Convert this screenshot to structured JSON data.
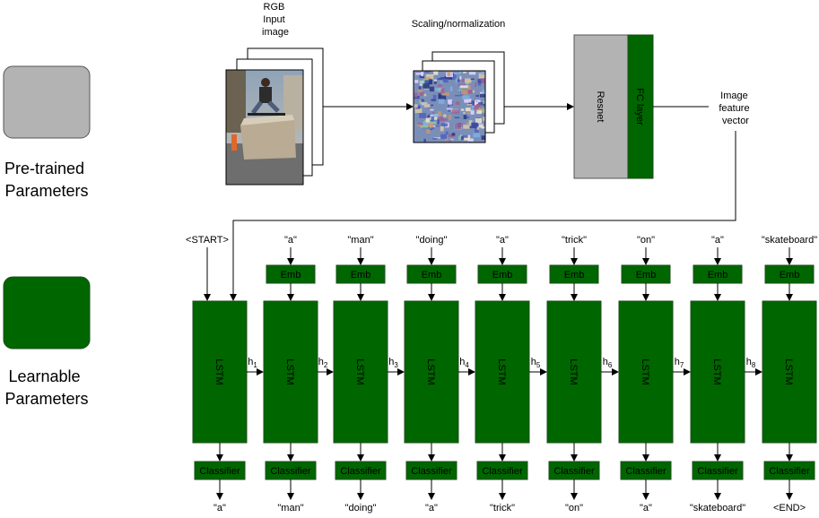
{
  "legend": {
    "pretrained_label": "Pre-trained\nParameters",
    "learnable_label": "Learnable\nParameters"
  },
  "labels": {
    "input_image": "RGB\nInput\nimage",
    "scaling": "Scaling/normalization",
    "resnet": "Resnet",
    "fc_layer": "FC layer",
    "feature_vector": "Image\nfeature\nvector",
    "lstm": "LSTM",
    "emb": "Emb",
    "classifier": "Classifier"
  },
  "input_tokens": [
    "<START>",
    "\"a\"",
    "\"man\"",
    "\"doing\"",
    "\"a\"",
    "\"trick\"",
    "\"on\"",
    "\"a\"",
    "\"skateboard\""
  ],
  "output_tokens": [
    "\"a\"",
    "\"man\"",
    "\"doing\"",
    "\"a\"",
    "\"trick\"",
    "\"on\"",
    "\"a\"",
    "\"skateboard\"",
    "<END>"
  ],
  "hidden_states": [
    {
      "base": "h",
      "sub": "1"
    },
    {
      "base": "h",
      "sub": "2"
    },
    {
      "base": "h",
      "sub": "3"
    },
    {
      "base": "h",
      "sub": "4"
    },
    {
      "base": "h",
      "sub": "5"
    },
    {
      "base": "h",
      "sub": "6"
    },
    {
      "base": "h",
      "sub": "7"
    },
    {
      "base": "h",
      "sub": "8"
    }
  ],
  "colors": {
    "pretrained": "#b3b3b3",
    "learnable": "#006600",
    "line": "#000000"
  }
}
